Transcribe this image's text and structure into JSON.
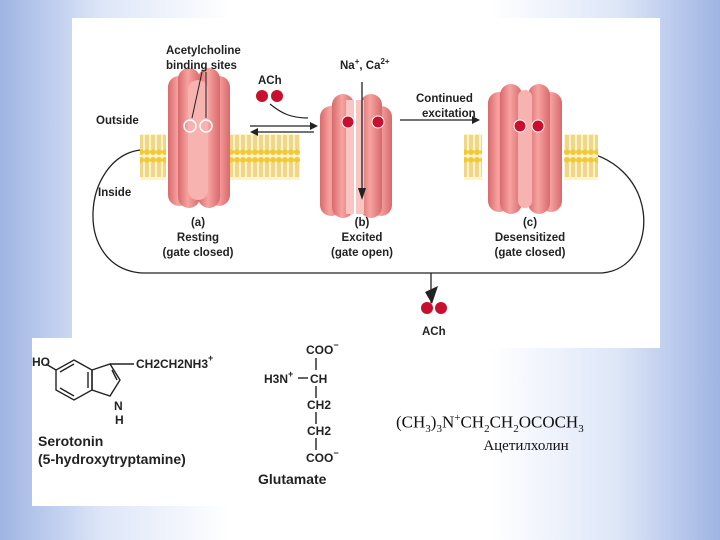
{
  "diagram": {
    "label_outside": "Outside",
    "label_inside": "Inside",
    "label_binding_sites_1": "Acetylcholine",
    "label_binding_sites_2": "binding sites",
    "label_ach_top": "ACh",
    "label_ions_1": "Na",
    "label_ions_2": ", Ca",
    "label_ions_charge_1": "+",
    "label_ions_charge_2": "2+",
    "label_continued_1": "Continued",
    "label_continued_2": "excitation",
    "label_ach_bottom": "ACh",
    "states": [
      {
        "letter": "(a)",
        "state": "Resting",
        "gate": "(gate closed)"
      },
      {
        "letter": "(b)",
        "state": "Excited",
        "gate": "(gate open)"
      },
      {
        "letter": "(c)",
        "state": "Desensitized",
        "gate": "(gate closed)"
      }
    ],
    "colors": {
      "receptor": "#f08a8a",
      "receptor_dark": "#d55f63",
      "membrane": "#f2d24a",
      "ach": "#c8102e",
      "line": "#222222"
    }
  },
  "chemistry": {
    "serotonin": {
      "ho": "HO",
      "side_chain": "CH2CH2NH3",
      "side_charge": "+",
      "nh_n": "N",
      "nh_h": "H",
      "name": "Serotonin",
      "subname": "(5-hydroxytryptamine)"
    },
    "glutamate": {
      "coo_top": "COO",
      "coo_charge": "−",
      "amine": "H3N",
      "amine_charge": "+",
      "ch": "CH",
      "ch2_a": "CH2",
      "ch2_b": "CH2",
      "coo_bottom": "COO",
      "name": "Glutamate"
    }
  },
  "acetylcholine": {
    "formula_parts": [
      "(CH",
      "3",
      ")",
      "3",
      "N",
      "+",
      "CH",
      "2",
      "CH",
      "2",
      "OCOCH",
      "3"
    ],
    "label": "Ацетилхолин"
  }
}
